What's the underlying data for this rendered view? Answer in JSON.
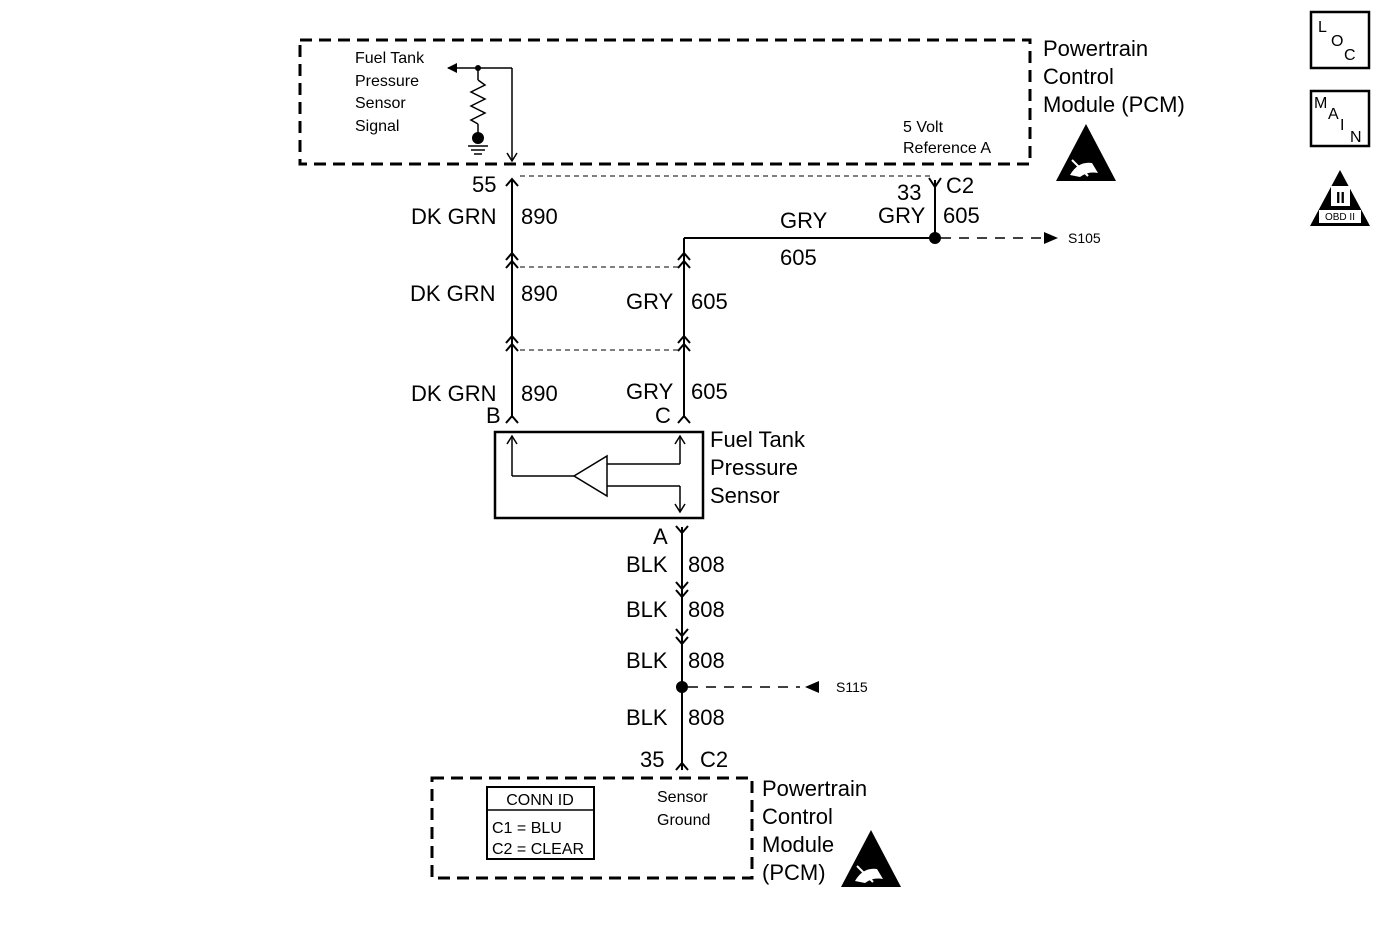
{
  "pcm_top": {
    "title_lines": [
      "Powertrain",
      "Control",
      "Module (PCM)"
    ],
    "signal_label_lines": [
      "Fuel Tank",
      "Pressure",
      "Sensor",
      "Signal"
    ],
    "reference_label_lines": [
      "5 Volt",
      "Reference A"
    ],
    "pin_signal": "55",
    "pin_reference": "33",
    "connector_reference": "C2"
  },
  "wire_890": {
    "color": "DK GRN",
    "circuit": "890",
    "pin_sensor": "B"
  },
  "wire_605": {
    "top_color": "GRY",
    "top_circuit": "605",
    "branch_color": "GRY",
    "branch_circuit": "605",
    "color": "GRY",
    "circuit": "605",
    "pin_sensor": "C",
    "splice": "S105"
  },
  "sensor": {
    "name_lines": [
      "Fuel Tank",
      "Pressure",
      "Sensor"
    ],
    "pin_ground": "A"
  },
  "wire_808": {
    "color": "BLK",
    "circuit": "808",
    "splice": "S115"
  },
  "pcm_bottom": {
    "title_lines": [
      "Powertrain",
      "Control",
      "Module",
      "(PCM)"
    ],
    "ground_label_lines": [
      "Sensor",
      "Ground"
    ],
    "pin": "35",
    "connector": "C2",
    "conn_id": {
      "header": "CONN ID",
      "rows": [
        "C1 = BLU",
        "C2 = CLEAR"
      ]
    }
  },
  "side_icons": {
    "loc": [
      "L",
      "O",
      "C"
    ],
    "main": [
      "M",
      "A",
      "I",
      "N"
    ],
    "obd": [
      "II",
      "OBD II"
    ]
  }
}
